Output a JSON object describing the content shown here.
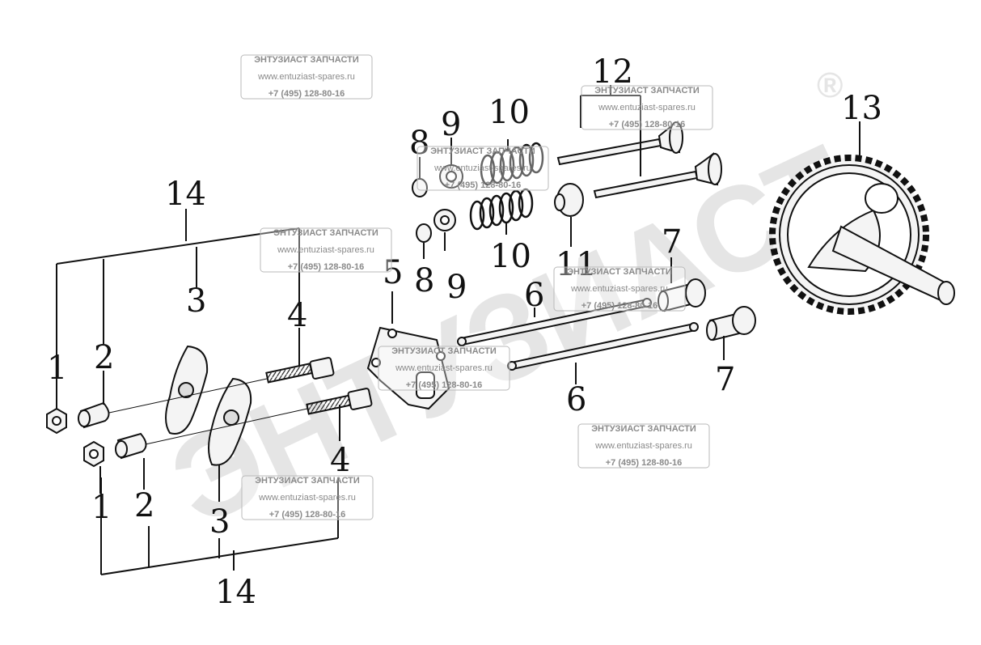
{
  "diagram": {
    "callouts": {
      "c1a": "1",
      "c1b": "1",
      "c2a": "2",
      "c2b": "2",
      "c3a": "3",
      "c3b": "3",
      "c4a": "4",
      "c4b": "4",
      "c5": "5",
      "c6a": "6",
      "c6b": "6",
      "c7a": "7",
      "c7b": "7",
      "c8a": "8",
      "c8b": "8",
      "c9a": "9",
      "c9b": "9",
      "c10a": "10",
      "c10b": "10",
      "c11": "11",
      "c12": "12",
      "c13": "13",
      "c14a": "14",
      "c14b": "14"
    }
  },
  "watermark": {
    "title": "ЭНТУЗИАСТ ЗАПЧАСТИ",
    "site": "www.entuziast-spares.ru",
    "phone": "+7 (495) 128-80-16",
    "logo_text": "ЭНТУЗИАСТ",
    "registered_mark": "®"
  },
  "colors": {
    "line": "#111111",
    "part_fill": "#f4f4f4",
    "watermark": "#8a8a8a"
  }
}
